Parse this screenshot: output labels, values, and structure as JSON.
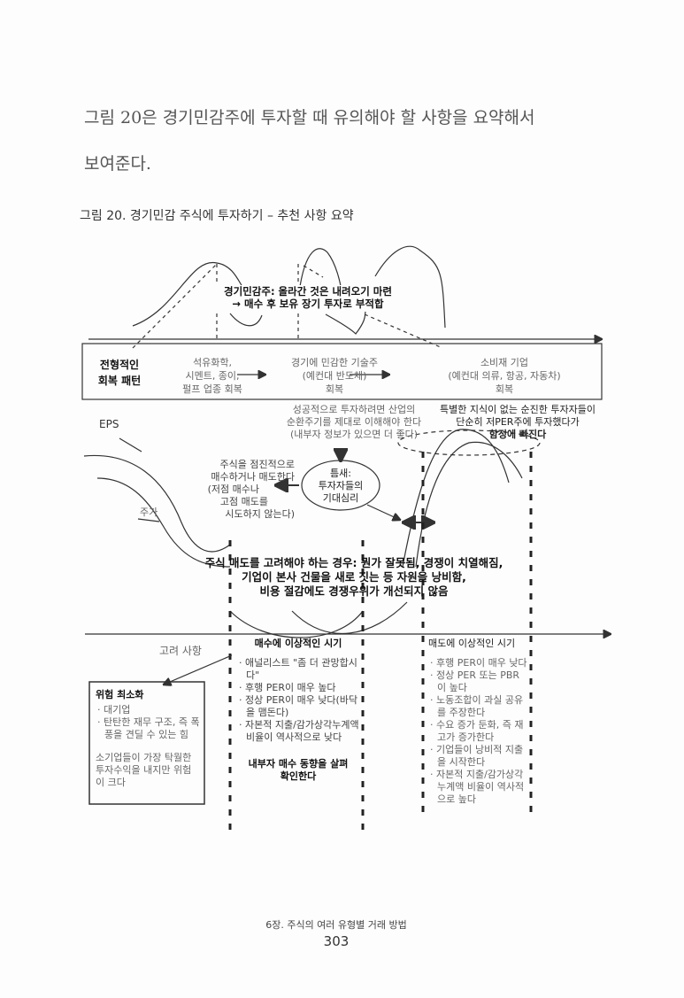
{
  "intro": {
    "line1": "그림 20은 경기민감주에 투자할 때 유의해야 할 사항을 요약해서",
    "line2": "보여준다."
  },
  "figure": {
    "title": "그림 20. 경기민감 주식에 투자하기 – 추천 사항 요약",
    "top_note_1": "경기민감주: 올라간 것은 내려오기 마련",
    "top_note_2": "→ 매수 후 보유 장기 투자로 부적합",
    "recovery": {
      "label_1": "전형적인",
      "label_2": "회복 패턴",
      "stage1": [
        "석유화학,",
        "시멘트, 종이,",
        "펄프 업종 회복"
      ],
      "stage2": [
        "경기에 민감한 기술주",
        "(예컨대 반도체)",
        "회복"
      ],
      "stage3": [
        "소비재 기업",
        "(예컨대 의류, 항공, 자동차)",
        "회복"
      ]
    },
    "success_note": [
      "성공적으로 투자하려면 산업의",
      "순환주기를 제대로 이해해야 한다",
      "(내부자 정보가 있으면 더 좋다)"
    ],
    "trap_note": [
      "특별한 지식이 없는 순진한 투자자들이",
      "단순히 저PER주에 투자했다가",
      "함정에 빠진다"
    ],
    "eps_label": "EPS",
    "price_label": "주가",
    "gradual_note": [
      "주식을 점진적으로",
      "매수하거나 매도한다",
      "(저점 매수나",
      "고점 매도를",
      "시도하지 않는다)"
    ],
    "niche": [
      "틈새:",
      "투자자들의",
      "기대심리"
    ],
    "sell_consider": [
      "주식 매도를 고려해야 하는 경우: 뭔가 잘못됨, 경쟁이 치열해짐,",
      "기업이 본사 건물을 새로 짓는 등 자원을 낭비함,",
      "비용 절감에도 경쟁우위가 개선되지 않음"
    ],
    "considerations": "고려 사항",
    "risk_box": {
      "title": "위험 최소화",
      "items": [
        "대기업",
        "탄탄한 재무 구조, 즉 폭풍을 견딜 수 있는 힘"
      ],
      "note": "소기업들이 가장 탁월한 투자수익을 내지만 위험이 크다"
    },
    "buy_time": {
      "title": "매수에 이상적인 시기",
      "items": [
        "애널리스트 \"좀 더 관망합시다\"",
        "후행 PER이 매우 높다",
        "정상 PER이 매우 낮다(바닥을 맴돈다)",
        "자본적 지출/감가상각누계액 비율이 역사적으로 낮다"
      ],
      "footer": [
        "내부자 매수 동향을 살펴",
        "확인한다"
      ]
    },
    "sell_time": {
      "title": "매도에 이상적인 시기",
      "items": [
        "후행 PER이 매우 낮다",
        "정상 PER 또는 PBR이 높다",
        "노동조합이 과실 공유를 주장한다",
        "수요 증가 둔화, 즉 재고가 증가한다",
        "기업들이 낭비적 지출을 시작한다",
        "자본적 지출/감가상각누계액 비율이 역사적으로 높다"
      ]
    }
  },
  "footer": {
    "chapter": "6장. 주식의 여러 유형별 거래 방법",
    "page": "303"
  }
}
